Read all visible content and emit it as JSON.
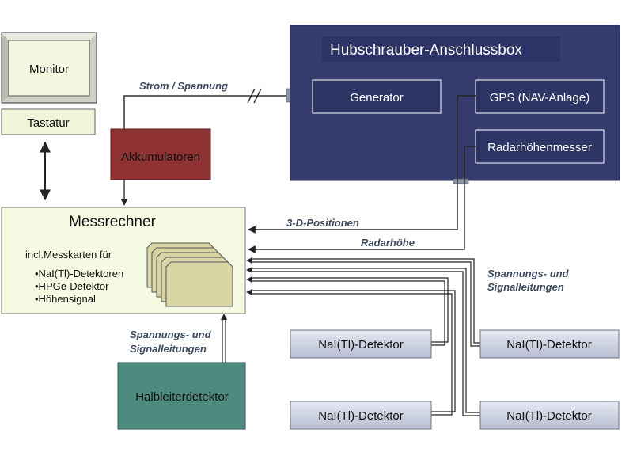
{
  "monitor": {
    "label": "Monitor"
  },
  "keyboard": {
    "label": "Tastatur"
  },
  "battery": {
    "label": "Akkumulatoren"
  },
  "power_line": {
    "label": "Strom / Spannung"
  },
  "heli_box": {
    "title": "Hubschrauber-Anschlussbox",
    "generator": "Generator",
    "gps": "GPS (NAV-Anlage)",
    "radar": "Radarhöhenmesser",
    "colors": {
      "fill": "#363d6e",
      "inner_border": "#ffffff"
    }
  },
  "computer": {
    "title": "Messrechner",
    "subtitle": "incl.Messkarten für",
    "items": [
      "•NaI(Tl)-Detektoren",
      "•HPGe-Detektor",
      "•Höhensignal"
    ],
    "colors": {
      "fill": "#f5fae2"
    }
  },
  "signals": {
    "positions": "3-D-Positionen",
    "altitude": "Radarhöhe",
    "cables_right_line1": "Spannungs- und",
    "cables_right_line2": "Signalleitungen",
    "cables_left_line1": "Spannungs- und",
    "cables_left_line2": "Signalleitungen"
  },
  "detectors": [
    "NaI(Tl)-Detektor",
    "NaI(Tl)-Detektor",
    "NaI(Tl)-Detektor",
    "NaI(Tl)-Detektor"
  ],
  "semiconductor": {
    "label": "Halbleiterdetektor",
    "colors": {
      "fill": "#4f8a7e"
    }
  }
}
